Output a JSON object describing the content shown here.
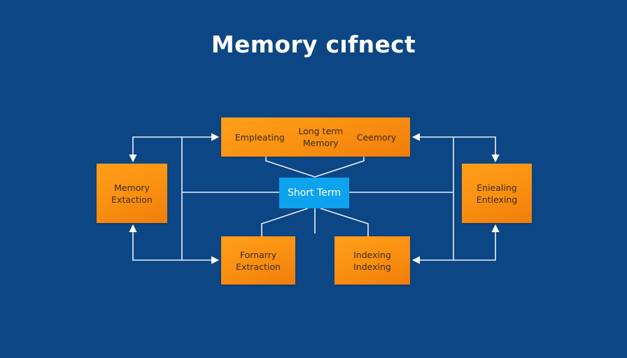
{
  "title": "Memory cıfnect",
  "colors": {
    "background": "#0c4684",
    "box_orange": "#f98f10",
    "box_center": "#0da3ee",
    "connector": "#ffffff"
  },
  "nodes": {
    "top": {
      "labels": [
        "Empleating",
        "Long term\nMemory",
        "Ceemory"
      ]
    },
    "left": {
      "label": "Memory\nExtaction"
    },
    "right": {
      "label": "Eniealing\nEntlexing"
    },
    "bottom_left": {
      "label": "Fornarry\nExtraction"
    },
    "bottom_right": {
      "label": "Indexing\nIndexing"
    },
    "center": {
      "label": "Short Term"
    }
  }
}
